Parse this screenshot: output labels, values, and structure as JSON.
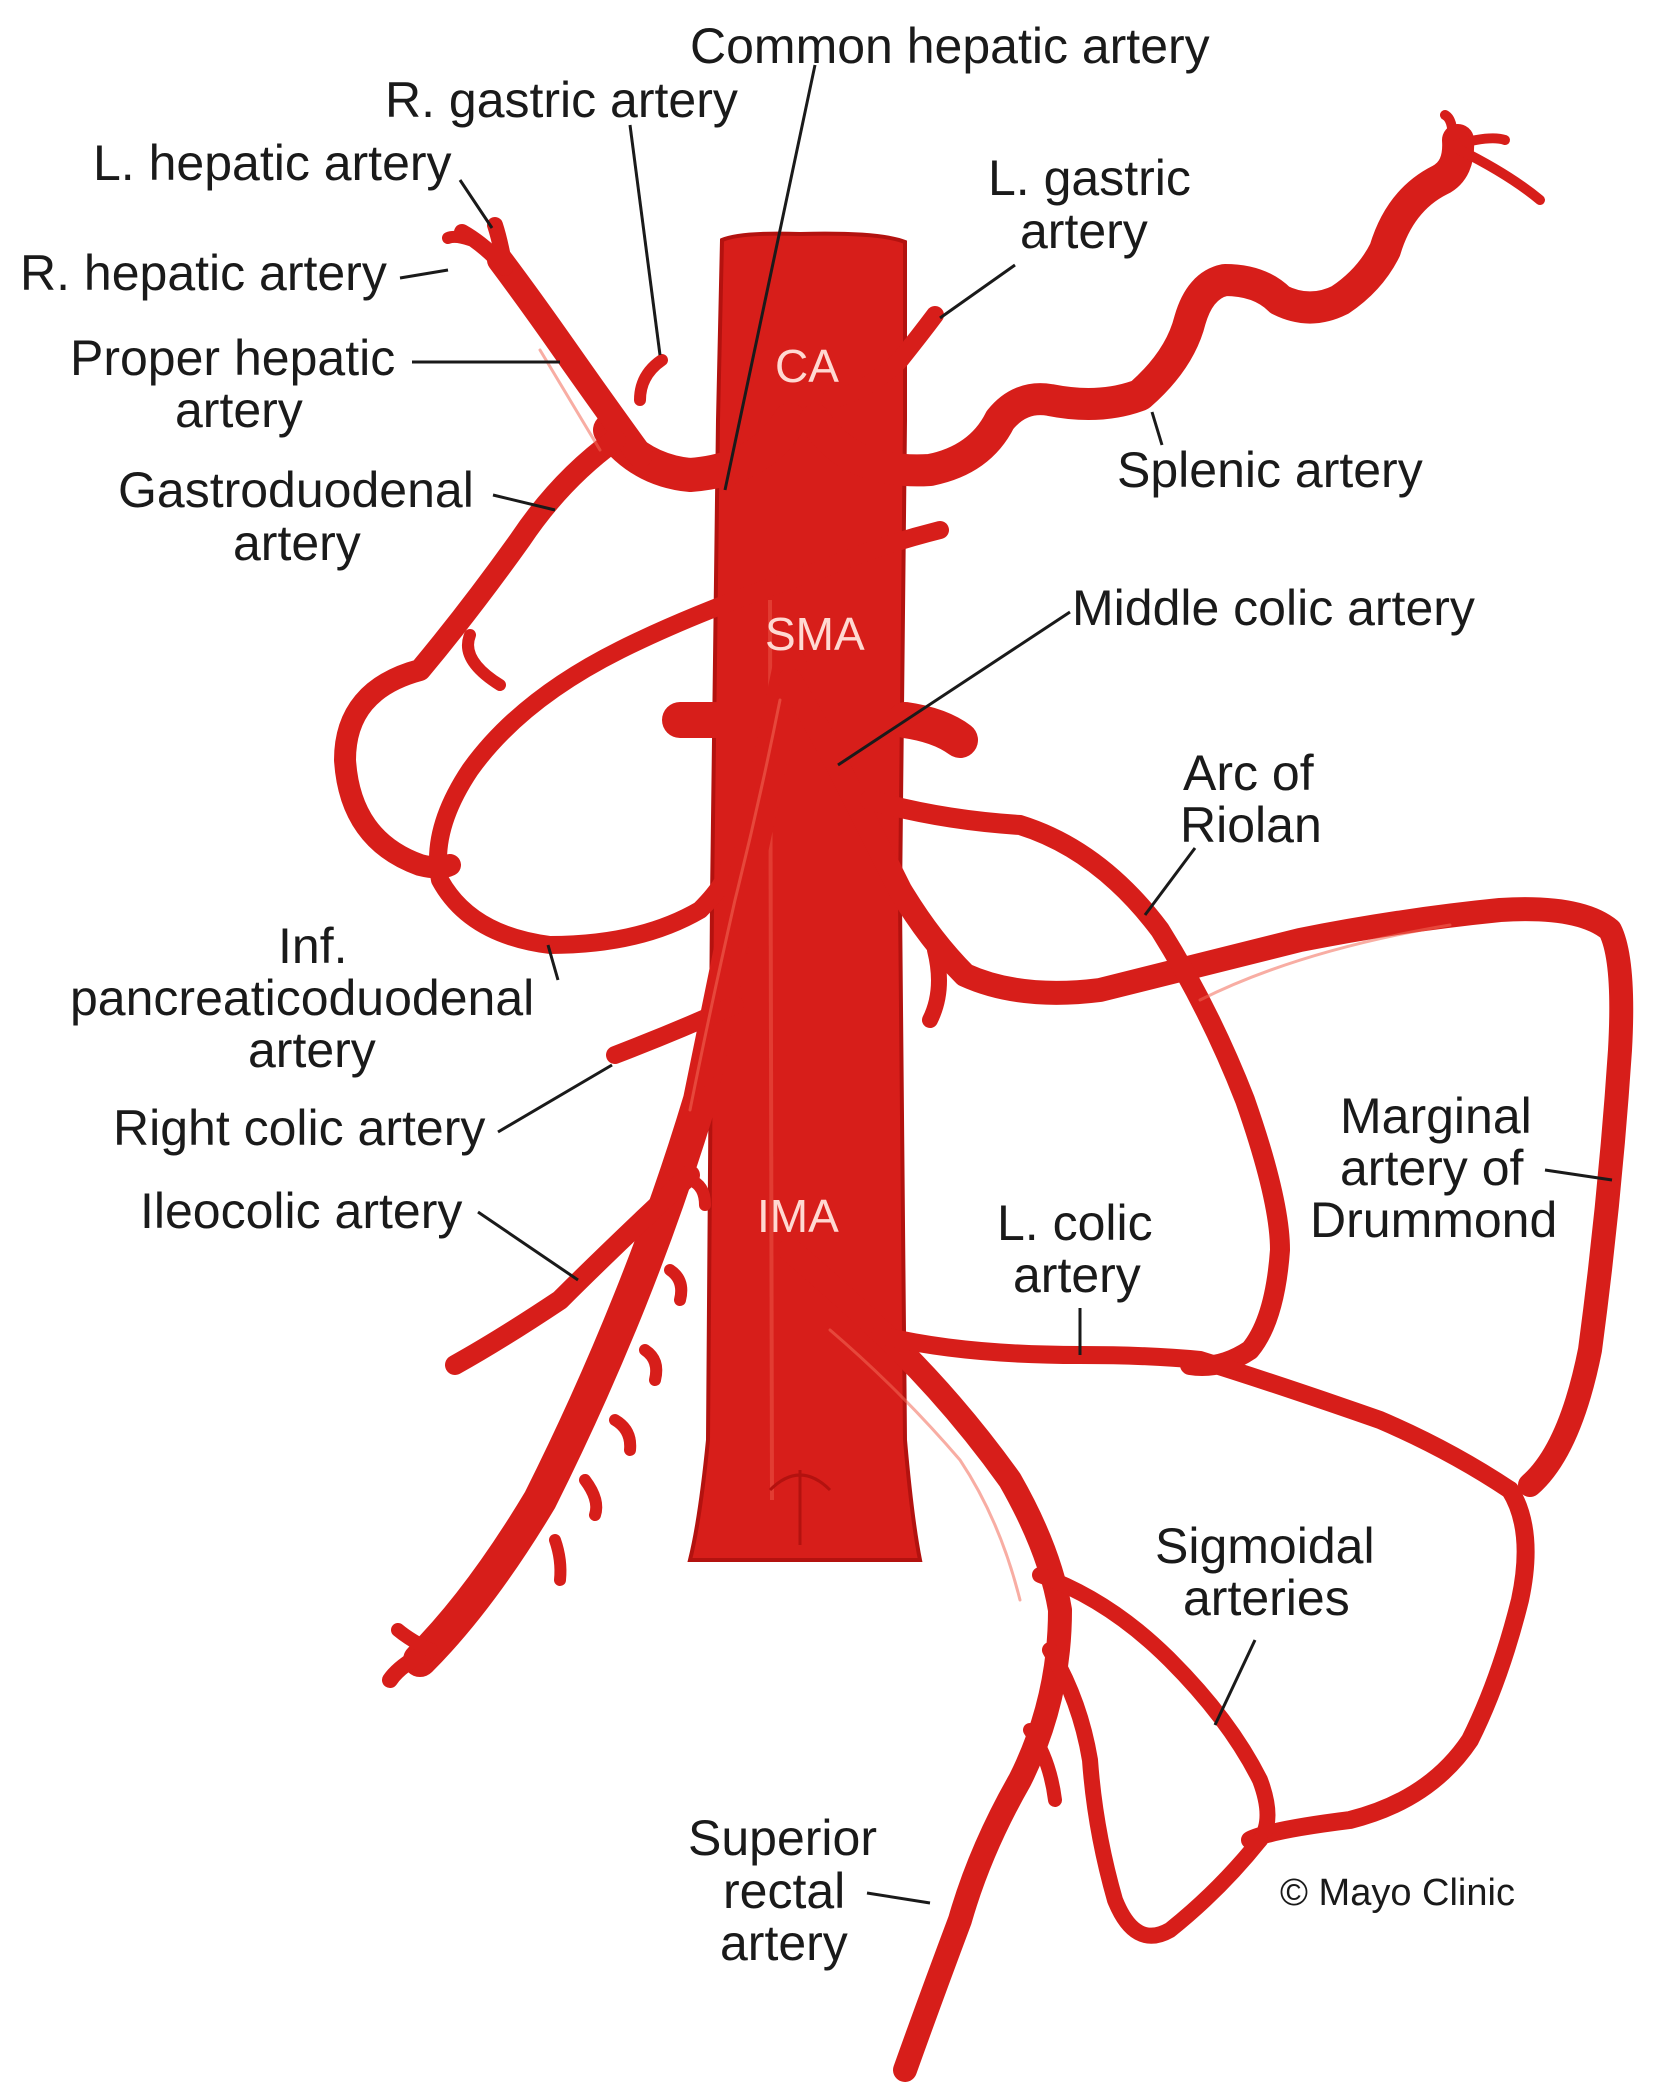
{
  "labels": {
    "common_hepatic": "Common hepatic artery",
    "r_gastric": "R. gastric artery",
    "l_hepatic": "L. hepatic artery",
    "r_hepatic": "R. hepatic artery",
    "proper_hepatic_1": "Proper hepatic",
    "proper_hepatic_2": "artery",
    "gastroduodenal_1": "Gastroduodenal",
    "gastroduodenal_2": "artery",
    "l_gastric_1": "L. gastric",
    "l_gastric_2": "artery",
    "splenic": "Splenic artery",
    "middle_colic": "Middle colic artery",
    "arc_riolan_1": "Arc of",
    "arc_riolan_2": "Riolan",
    "inf_pd_1": "Inf.",
    "inf_pd_2": "pancreaticoduodenal",
    "inf_pd_3": "artery",
    "right_colic": "Right colic artery",
    "ileocolic": "Ileocolic artery",
    "marginal_1": "Marginal",
    "marginal_2": "artery of",
    "marginal_3": "Drummond",
    "l_colic_1": "L. colic",
    "l_colic_2": "artery",
    "sigmoidal_1": "Sigmoidal",
    "sigmoidal_2": "arteries",
    "sup_rectal_1": "Superior",
    "sup_rectal_2": "rectal",
    "sup_rectal_3": "artery"
  },
  "vessel_labels": {
    "ca": "CA",
    "sma": "SMA",
    "ima": "IMA"
  },
  "copyright": "© Mayo Clinic",
  "colors": {
    "artery": "#d71e1a",
    "artery_dark": "#b3120f",
    "highlight": "#f26a58",
    "text": "#1a1a1a"
  }
}
